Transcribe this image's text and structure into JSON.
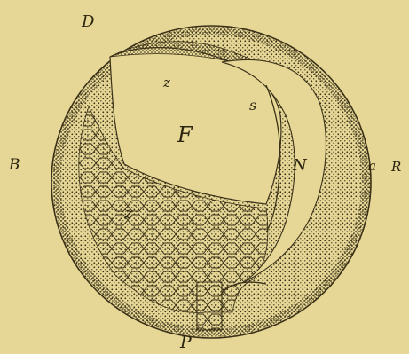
{
  "colors": {
    "background": "#e6d796",
    "ink": "#2c2510",
    "stipple": "#3a3118"
  },
  "labels": {
    "D": "D",
    "z_upper": "z",
    "s": "s",
    "F": "F",
    "B": "B",
    "N": "N",
    "a": "a",
    "R": "R",
    "z_lower": "z",
    "P": "P"
  }
}
